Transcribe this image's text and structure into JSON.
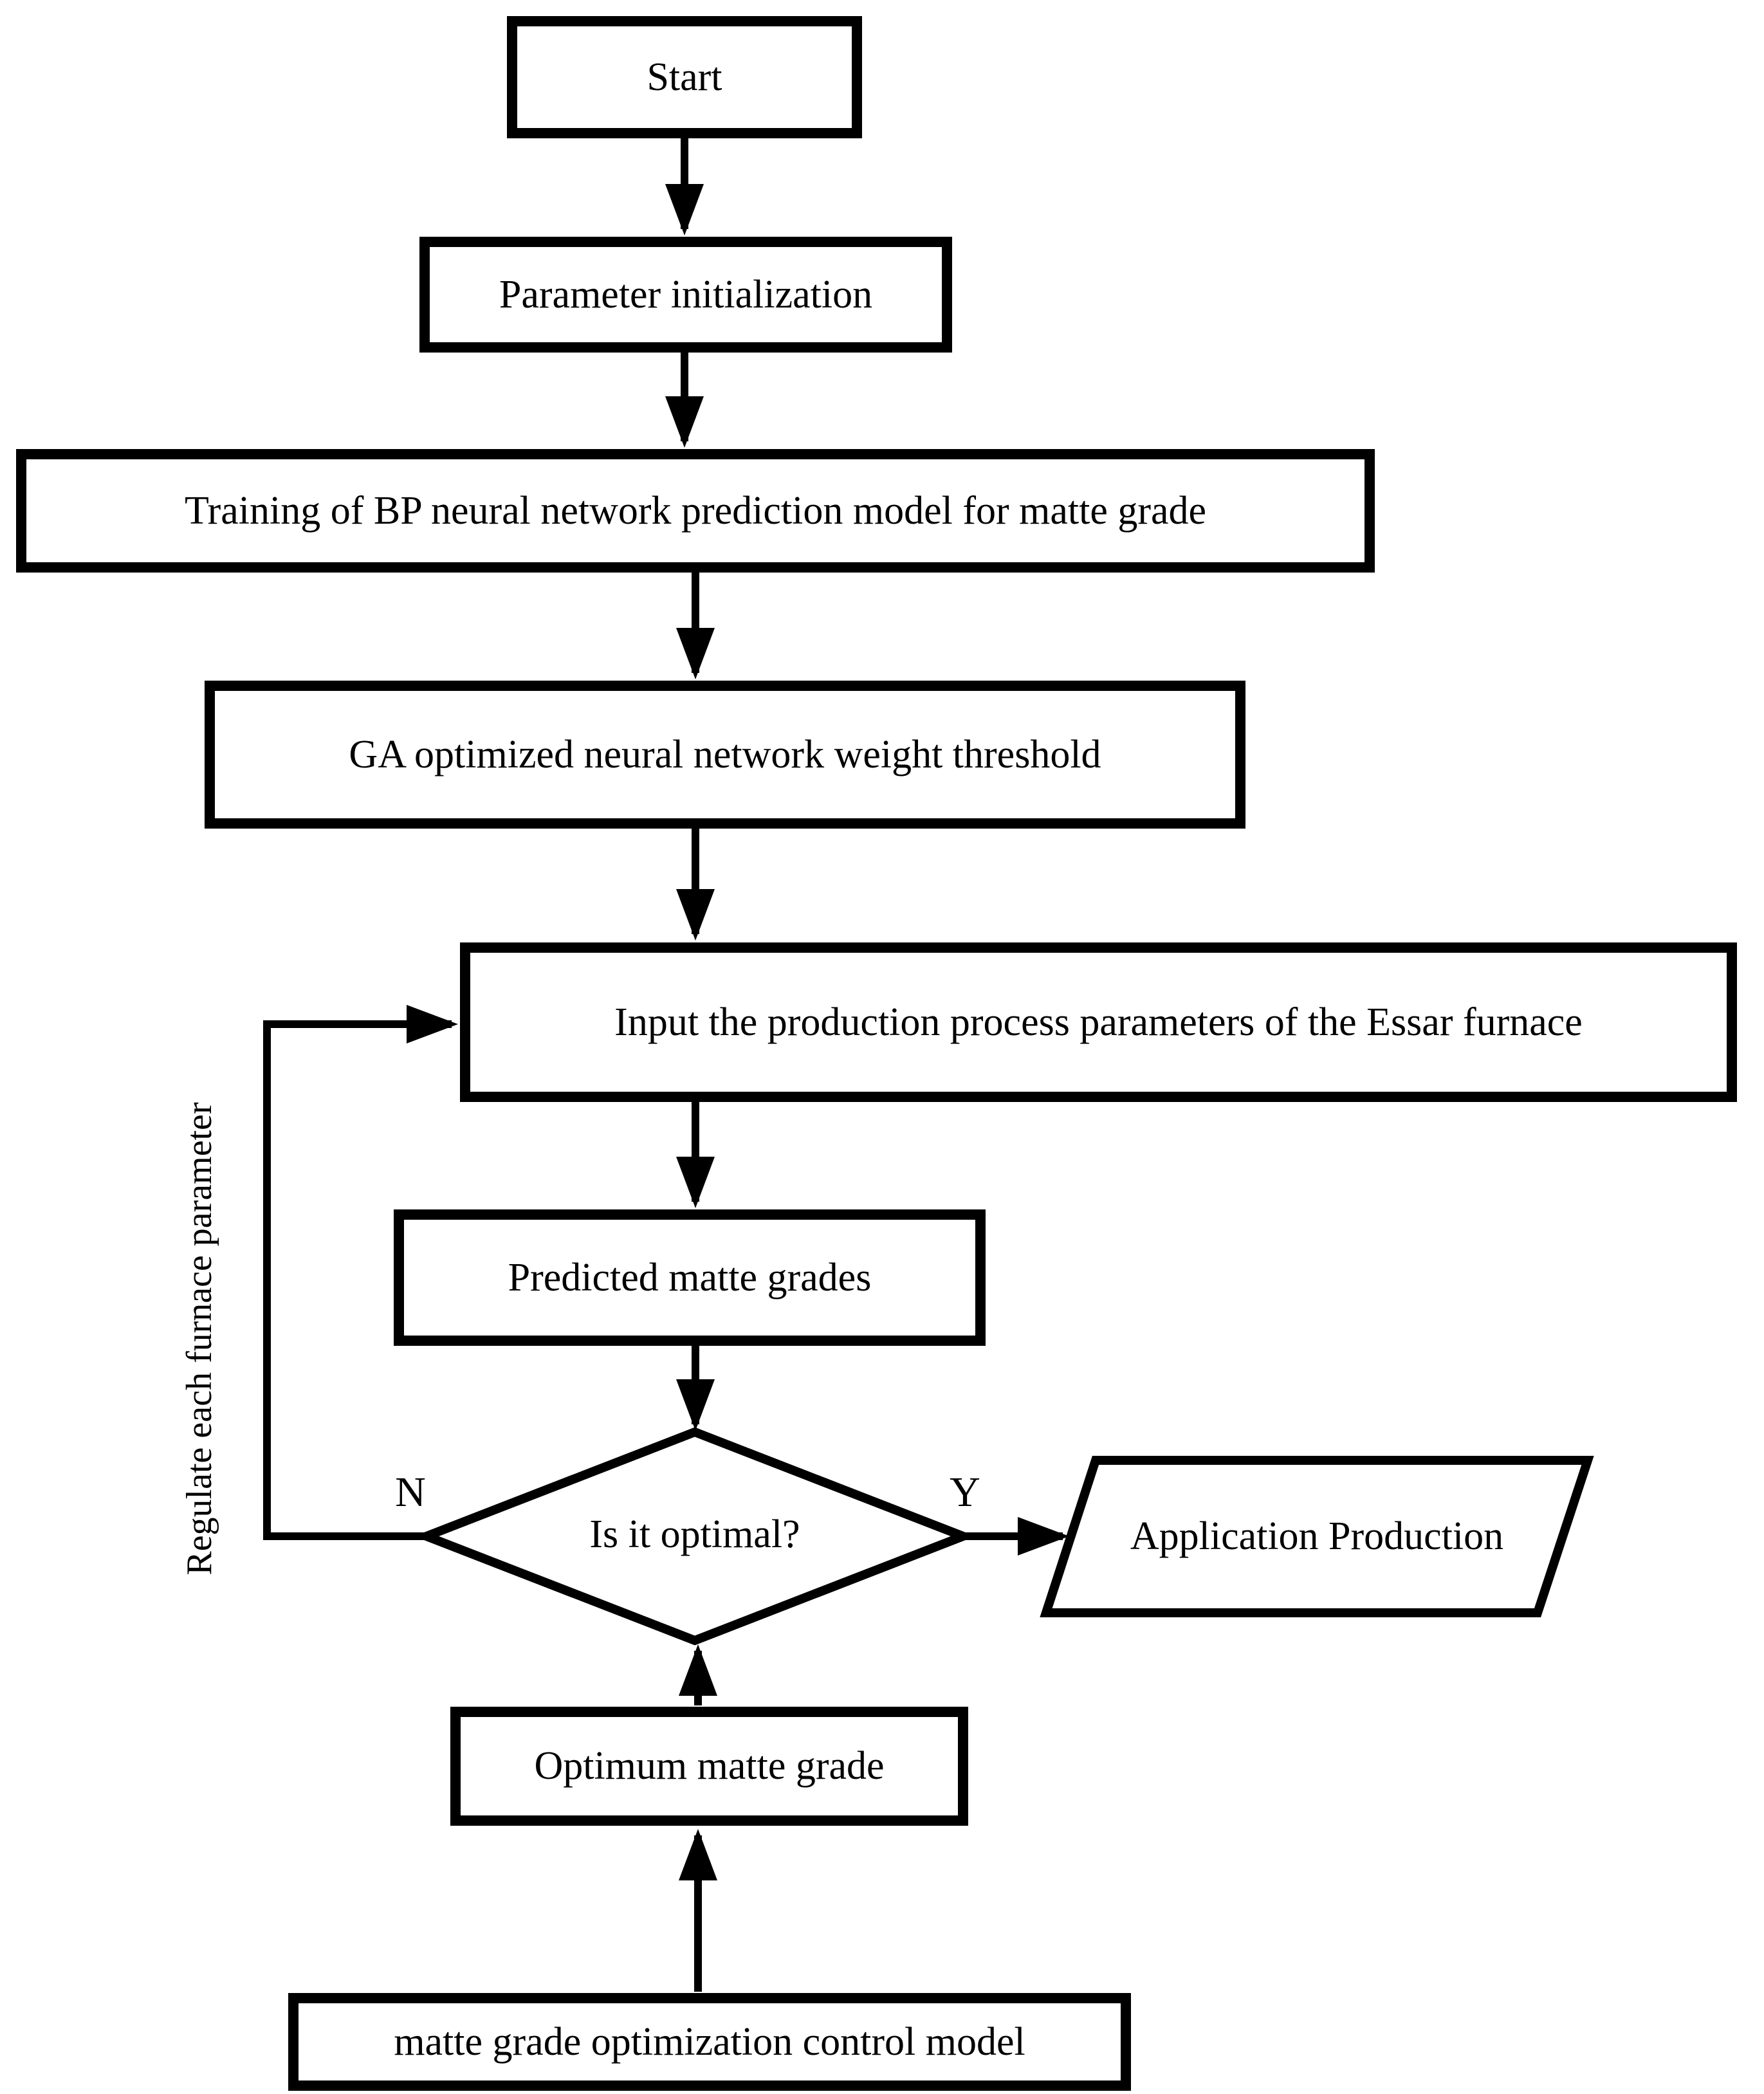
{
  "diagram": {
    "figure_type": "flowchart",
    "colors": {
      "background": "#ffffff",
      "line": "#000000",
      "text": "#000000"
    },
    "nodes": [
      {
        "id": "start",
        "shape": "rectangle",
        "label": "Start"
      },
      {
        "id": "param_init",
        "shape": "rectangle",
        "label": "Parameter initialization"
      },
      {
        "id": "training",
        "shape": "rectangle",
        "label": "Training of BP neural network prediction model for matte grade"
      },
      {
        "id": "ga_optimize",
        "shape": "rectangle",
        "label": "GA optimized neural network weight threshold"
      },
      {
        "id": "input_params",
        "shape": "rectangle",
        "label": "Input the production process parameters of the Essar furnace"
      },
      {
        "id": "predicted",
        "shape": "rectangle",
        "label": "Predicted matte grades"
      },
      {
        "id": "decision",
        "shape": "diamond",
        "label": "Is it optimal?"
      },
      {
        "id": "application",
        "shape": "parallelogram",
        "label": "Application Production"
      },
      {
        "id": "optimum",
        "shape": "rectangle",
        "label": "Optimum matte grade"
      },
      {
        "id": "control",
        "shape": "rectangle",
        "label": "matte grade optimization control model"
      }
    ],
    "edge_labels": {
      "no": "N",
      "yes": "Y"
    },
    "loop_label": "Regulate each furnace parameter"
  }
}
